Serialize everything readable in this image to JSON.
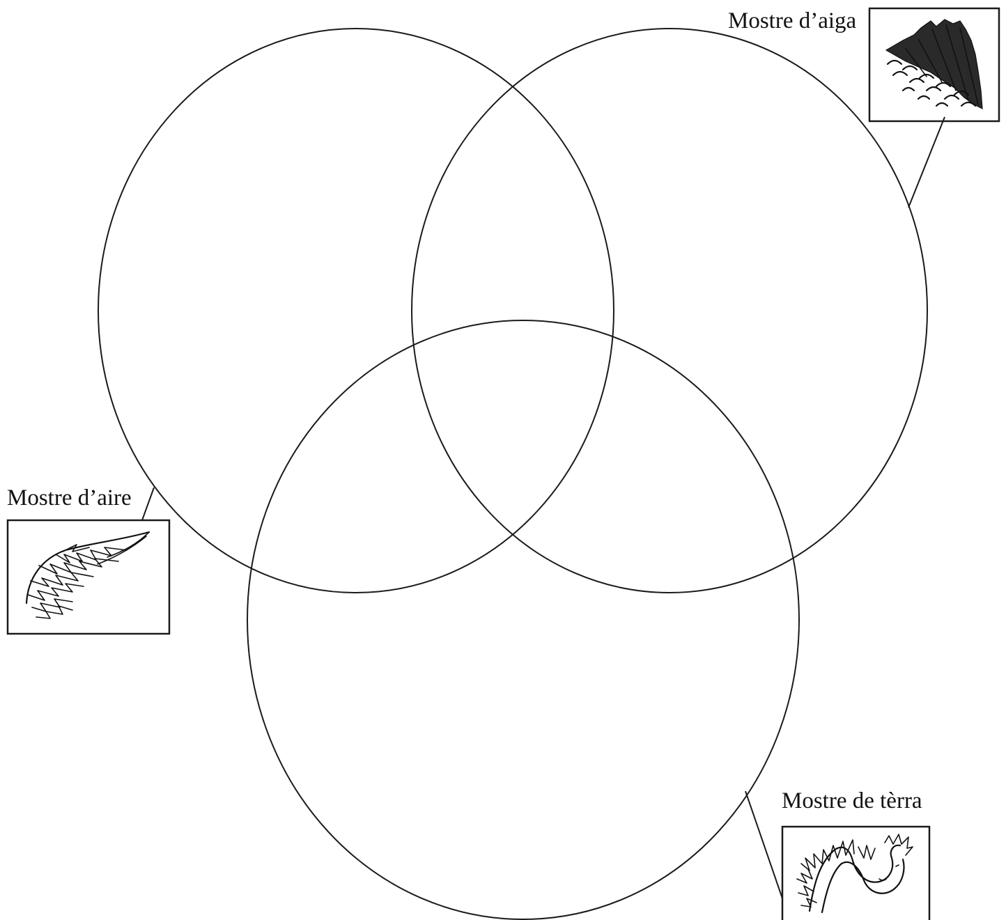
{
  "labels": {
    "water": "Mostre d’aiga",
    "air": "Mostre d’aire",
    "earth": "Mostre de tèrra"
  },
  "icons": {
    "water": "dragon-scales-fin-icon",
    "air": "feathered-wing-icon",
    "earth": "hairy-serpent-icon"
  }
}
